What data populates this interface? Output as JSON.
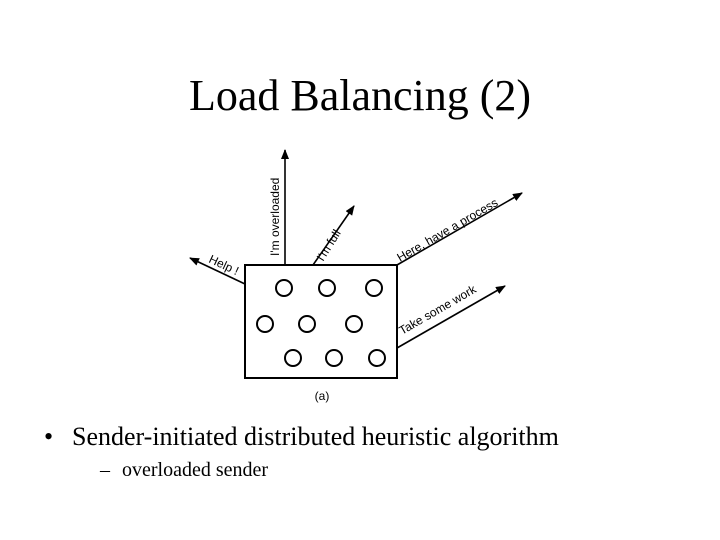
{
  "slide": {
    "title": "Load Balancing (2)"
  },
  "diagram": {
    "arrows": [
      {
        "label": "I'm overloaded"
      },
      {
        "label": "I'm full"
      },
      {
        "label": "Here, have a process"
      },
      {
        "label": "Help !"
      },
      {
        "label": "Take some work"
      }
    ],
    "caption": "(a)",
    "node_rows": [
      3,
      3,
      3
    ]
  },
  "bullets": [
    {
      "marker": "•",
      "text": "Sender-initiated distributed heuristic algorithm",
      "sub": [
        {
          "marker": "–",
          "text": "overloaded sender"
        }
      ]
    }
  ]
}
